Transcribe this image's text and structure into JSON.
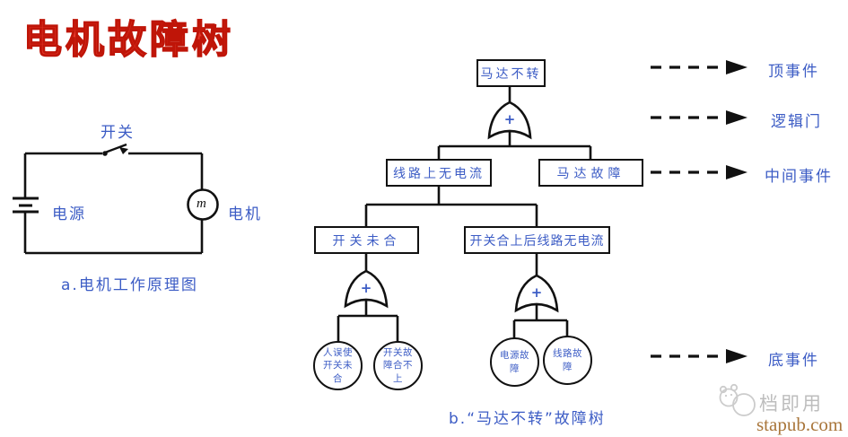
{
  "title": "电机故障树",
  "colors": {
    "accent_blue": "#3c5cc5",
    "title_red": "#e8372a",
    "line_black": "#111111",
    "watermark_grey": "#bdbdbd",
    "watermark_brand": "#a9763b"
  },
  "circuit": {
    "caption": "a.电机工作原理图",
    "switch_label": "开关",
    "power_label": "电源",
    "motor_label": "电机",
    "motor_symbol": "m"
  },
  "fault_tree": {
    "caption": "b.“马达不转”故障树",
    "or_gate_symbol": "+",
    "top_event": "马达不转",
    "intermediate_events": [
      "线路上无电流",
      "马达故障",
      "开关未合",
      "开关合上后线路无电流"
    ],
    "basic_events": [
      "人误使开关未合",
      "开关故障合不上",
      "电源故障",
      "线路故障"
    ]
  },
  "legend": {
    "items": [
      {
        "label": "顶事件"
      },
      {
        "label": "逻辑门"
      },
      {
        "label": "中间事件"
      },
      {
        "label": "底事件"
      }
    ]
  },
  "watermark": {
    "logo_text": "档即用",
    "site": "stapub.com"
  }
}
